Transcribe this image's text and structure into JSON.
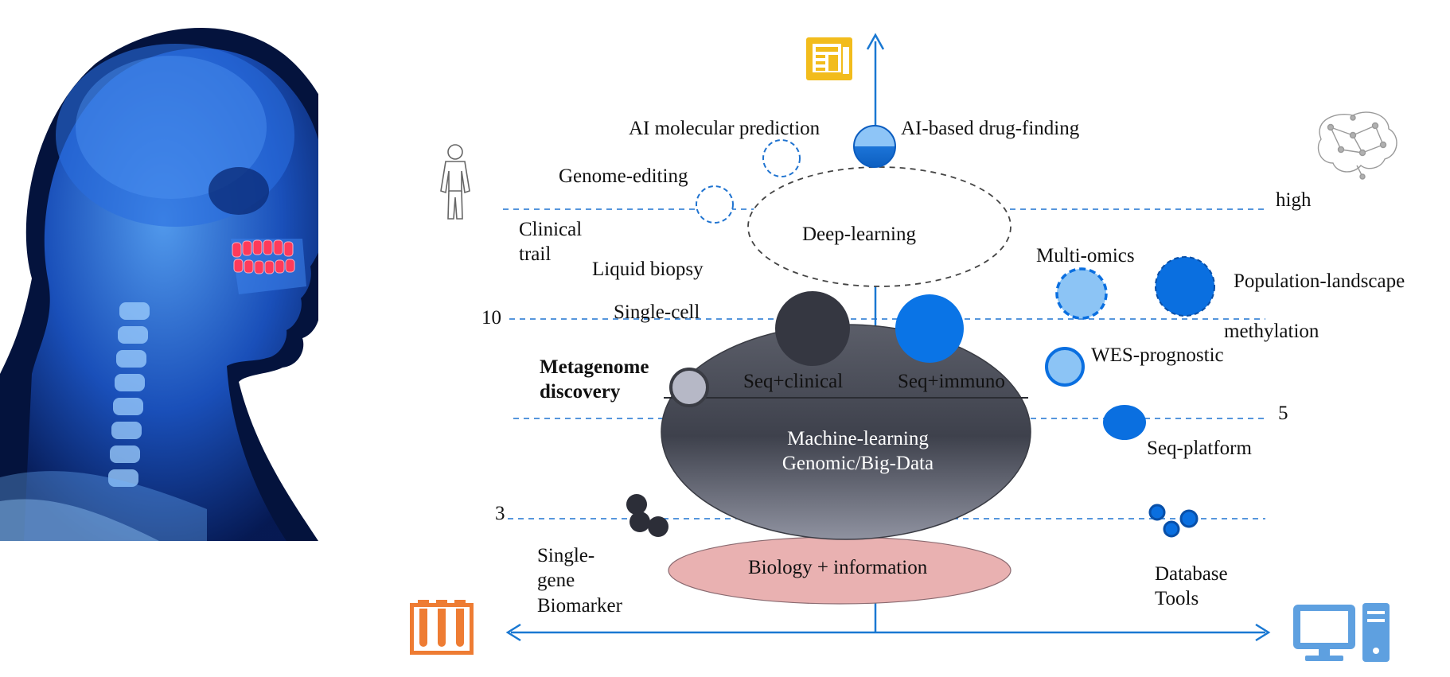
{
  "labels": {
    "ai_molecular": "AI molecular prediction",
    "ai_drug": "AI-based drug-finding",
    "genome_editing": "Genome-editing",
    "high": "high",
    "deep_learning": "Deep-learning",
    "clinical_trail": "Clinical\ntrail",
    "liquid_biopsy": "Liquid biopsy",
    "multi_omics": "Multi-omics",
    "population": "Population-landscape",
    "ten": "10",
    "single_cell": "Single-cell",
    "methylation": "methylation",
    "metagenome": "Metagenome\ndiscovery",
    "wes": "WES-prognostic",
    "seq_clinical": "Seq+clinical",
    "seq_immuno": "Seq+immuno",
    "five": "5",
    "machine_learning": "Machine-learning\nGenomic/Big-Data",
    "seq_platform": "Seq-platform",
    "three": "3",
    "single_gene": "Single-\ngene\nBiomarker",
    "biology_info": "Biology + information",
    "database_tools": "Database\nTools"
  },
  "icons": {
    "head": "xray-head-skull-icon",
    "document": "document-icon",
    "brain": "brain-network-icon",
    "person": "person-icon",
    "test_tubes": "test-tubes-icon",
    "computer": "computer-icon"
  },
  "colors": {
    "axis": "#1a78d2",
    "dash": "#1f73d0",
    "bright_blue": "#0a6fe0",
    "light_blue": "#8cc4f5",
    "dark_ellipse": "#4a4d58",
    "pink": "#e9b1b1",
    "orange": "#ee7c33",
    "gold": "#f2bc1c",
    "monitor": "#5ea0e0"
  }
}
